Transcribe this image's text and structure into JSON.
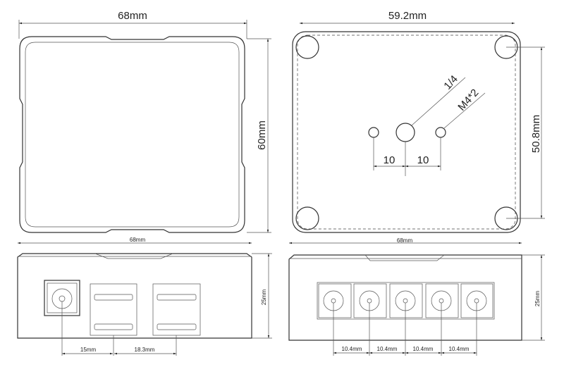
{
  "top_left_view": {
    "width_label": "68mm",
    "height_label": "60mm"
  },
  "top_right_view": {
    "width_label": "59.2mm",
    "height_label": "50.8mm",
    "hole_label": "1/4",
    "screw_label": "M4*2",
    "spacing_left": "10",
    "spacing_right": "10"
  },
  "bottom_left_view": {
    "width_label": "68mm",
    "height_label": "25mm",
    "spacing_1": "15mm",
    "spacing_2": "18.3mm"
  },
  "bottom_right_view": {
    "width_label": "68mm",
    "height_label": "25mm",
    "spacings": [
      "10.4mm",
      "10.4mm",
      "10.4mm",
      "10.4mm"
    ]
  }
}
